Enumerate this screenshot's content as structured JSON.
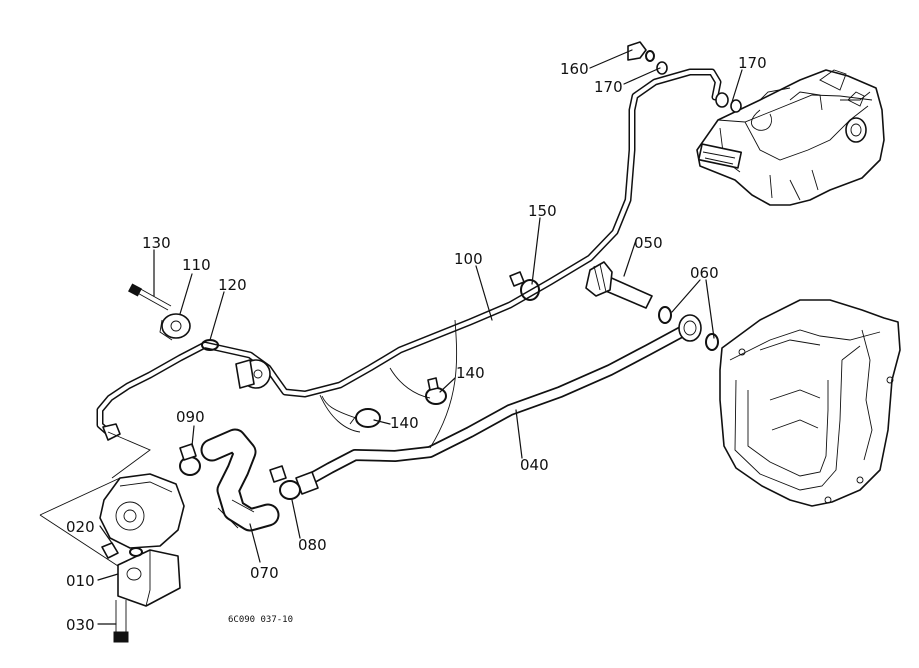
{
  "labels": {
    "l010": "010",
    "l020": "020",
    "l030": "030",
    "l040": "040",
    "l050": "050",
    "l060": "060",
    "l070": "070",
    "l080": "080",
    "l090": "090",
    "l100": "100",
    "l110": "110",
    "l120": "120",
    "l130": "130",
    "l140a": "140",
    "l140b": "140",
    "l150": "150",
    "l160": "160",
    "l170a": "170",
    "l170b": "170"
  },
  "drawing_code": "6C090  037-10"
}
